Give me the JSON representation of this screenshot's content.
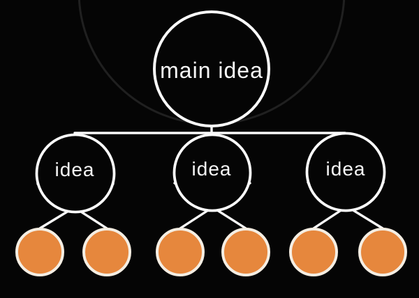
{
  "diagram": {
    "type": "mind-map-hierarchy",
    "root": {
      "label": "main idea"
    },
    "children": [
      {
        "label": "idea"
      },
      {
        "label": "idea"
      },
      {
        "label": "idea"
      }
    ],
    "leaf_count": 6,
    "colors": {
      "background": "#050505",
      "connector": "#fafafa",
      "node_stroke": "#fcfcfc",
      "node_fill": "#050505",
      "leaf_fill": "#e6873d",
      "leaf_stroke": "#f5eee3",
      "decorative_arc": "#202020",
      "text": "#f7f7f7"
    }
  }
}
